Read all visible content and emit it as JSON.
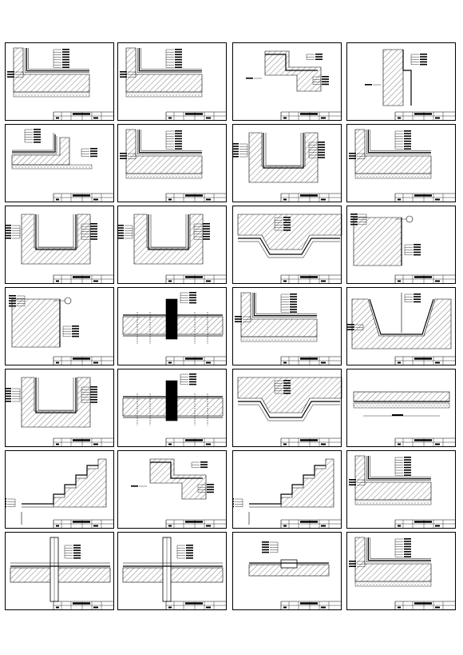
{
  "sheet": {
    "rows": 7,
    "cols": 4,
    "line_color": "#000000",
    "hatch_color": "#000000",
    "background": "#ffffff"
  },
  "panels": [
    {
      "kind": "wall-slab-corner"
    },
    {
      "kind": "wall-slab-corner"
    },
    {
      "kind": "step-z"
    },
    {
      "kind": "wall-top"
    },
    {
      "kind": "slab-corner-flat"
    },
    {
      "kind": "wall-slab-corner"
    },
    {
      "kind": "u-channel"
    },
    {
      "kind": "wall-slab-corner"
    },
    {
      "kind": "u-channel"
    },
    {
      "kind": "u-channel"
    },
    {
      "kind": "trench"
    },
    {
      "kind": "wall-pipe"
    },
    {
      "kind": "wall-pipe"
    },
    {
      "kind": "joint-column"
    },
    {
      "kind": "wall-slab-corner"
    },
    {
      "kind": "pit"
    },
    {
      "kind": "u-channel"
    },
    {
      "kind": "joint-column"
    },
    {
      "kind": "trench"
    },
    {
      "kind": "flat-slab"
    },
    {
      "kind": "stair"
    },
    {
      "kind": "step-z"
    },
    {
      "kind": "stair"
    },
    {
      "kind": "wall-slab-corner"
    },
    {
      "kind": "pipe-through"
    },
    {
      "kind": "pipe-through"
    },
    {
      "kind": "drain"
    },
    {
      "kind": "wall-slab-corner"
    }
  ]
}
